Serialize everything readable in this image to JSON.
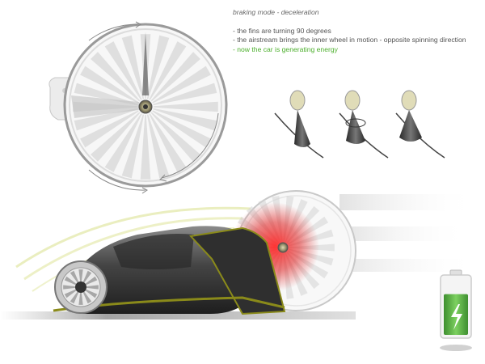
{
  "annotation": {
    "title": "braking mode - deceleration",
    "notes": [
      "- the fins are turning 90 degrees",
      "- the airstream brings the inner wheel in motion - opposite spinning direction",
      "- now the car is generating energy"
    ],
    "highlight_color": "#4caf2c"
  },
  "battery": {
    "charge_fraction": 0.72,
    "color": "#5cb84a",
    "icon": "lightning-bolt-icon"
  },
  "colors": {
    "body": "#3d3d3d",
    "accent_olive": "#8a8a1a",
    "brake_glow": "#e02020",
    "airstream": "#e8ecb8"
  }
}
